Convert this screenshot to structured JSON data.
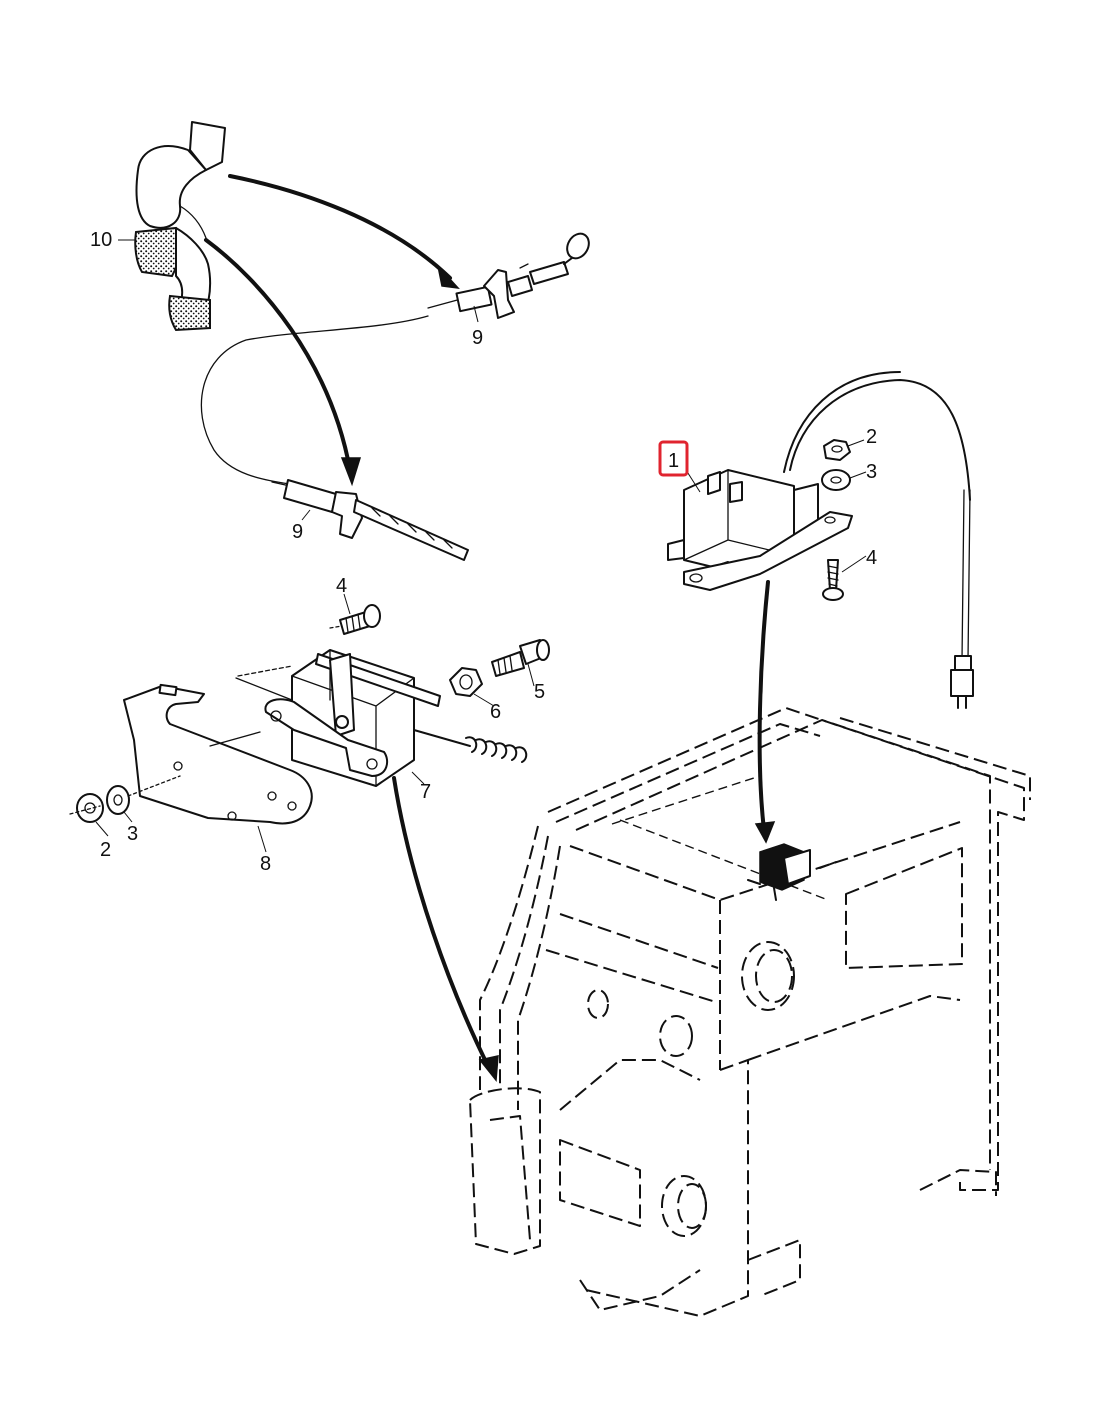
{
  "callouts": {
    "c1": "1",
    "c2a": "2",
    "c3a": "3",
    "c4a": "4",
    "c4b": "4",
    "c5": "5",
    "c6": "6",
    "c7": "7",
    "c2b": "2",
    "c3b": "3",
    "c8": "8",
    "c9a": "9",
    "c9b": "9",
    "c10": "10"
  },
  "highlight": {
    "color": "#e0242f",
    "target": "1"
  },
  "colors": {
    "ink": "#111111",
    "background": "#ffffff"
  }
}
